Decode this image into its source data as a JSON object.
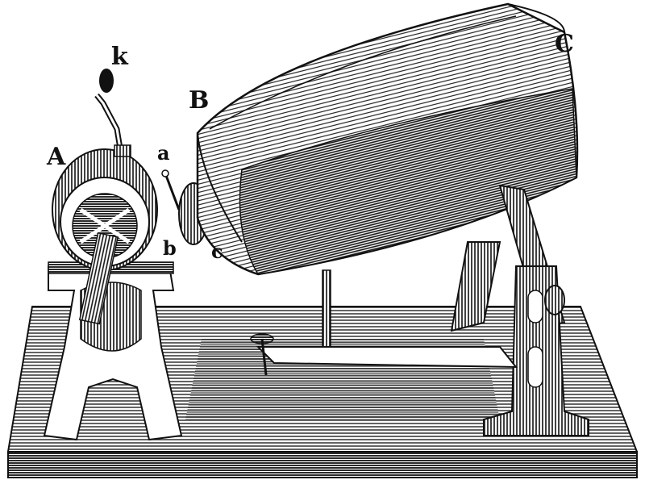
{
  "labels": {
    "k": "k",
    "A": "A",
    "B": "B",
    "C": "C",
    "a": "a",
    "b": "b",
    "c": "c"
  },
  "colors": {
    "ink": "#111111",
    "paper": "#ffffff",
    "hatch": "#2a2a2a"
  }
}
